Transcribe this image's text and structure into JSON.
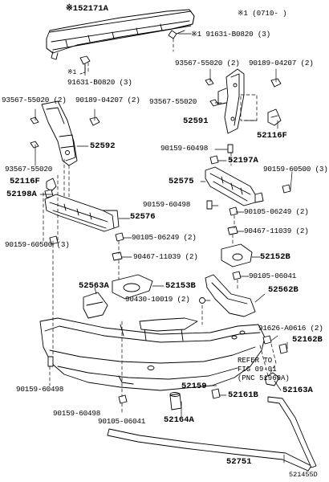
{
  "footnote": "※1 (0710-     )",
  "drawing_no": "521455D",
  "note_refer": {
    "line1": "REFER TO",
    "line2": "FIG 09-01",
    "line3": "(PNC 51960A)"
  },
  "callouts": {
    "c52171A": "※152171A",
    "c91631_top": "※1 91631-B0820 (3)",
    "c91631_left": "91631-B0820 (3)",
    "c91631_left_mark": "※1",
    "c93567_tr": "93567-55020 (2)",
    "c90189_tr": "90189-04207 (2)",
    "c93567_l": "93567-55020 (2)",
    "c90189_l": "90189-04207 (2)",
    "c93567_m": "93567-55020",
    "c52591": "52591",
    "c52116F_r": "52116F",
    "c52592": "52592",
    "c90159_60498_a": "90159-60498",
    "c52197A": "52197A",
    "c93567_l2": "93567-55020",
    "c90159_60500_r": "90159-60500 (3)",
    "c52116F_l": "52116F",
    "c52575": "52575",
    "c52198A": "52198A",
    "c90159_60498_b": "90159-60498",
    "c90105_06249_r": "90105-06249 (2)",
    "c52576": "52576",
    "c90467_r": "90467-11039 (2)",
    "c90105_06249_m": "90105-06249 (2)",
    "c90159_60500_l": "90159-60500 (3)",
    "c52152B": "52152B",
    "c90467_m": "90467-11039 (2)",
    "c90105_06041_r": "90105-06041",
    "c52563A": "52563A",
    "c52153B": "52153B",
    "c52562B": "52562B",
    "c90430": "90430-10019 (2)",
    "c91626": "91626-A0616 (2)",
    "c52162B": "52162B",
    "c90159_60498_c": "90159-60498",
    "c52159": "52159",
    "c52161B": "52161B",
    "c52163A": "52163A",
    "c90159_60498_d": "90159-60498",
    "c90105_06041_b": "90105-06041",
    "c52164A": "52164A",
    "c52751": "52751"
  }
}
